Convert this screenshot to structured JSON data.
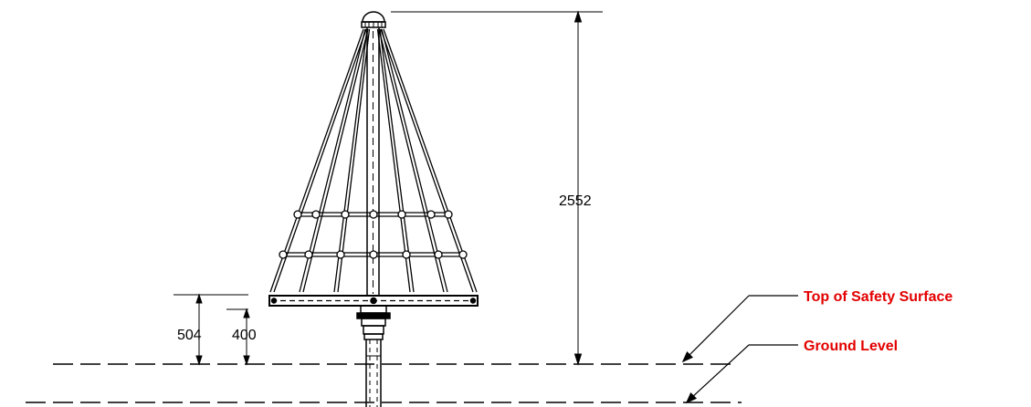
{
  "drawing": {
    "dimensions": {
      "overall_height": "2552",
      "platform_height": "504",
      "free_height": "400"
    },
    "callouts": {
      "top_of_safety_surface": "Top of Safety Surface",
      "ground_level": "Ground Level"
    },
    "callout_color": "#e30000",
    "line_color": "#000000"
  }
}
